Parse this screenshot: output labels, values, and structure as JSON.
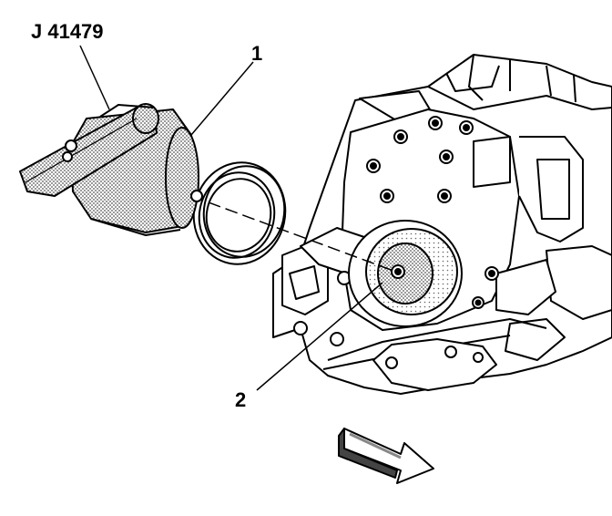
{
  "labels": {
    "tool": "J 41479",
    "callout_1": "1",
    "callout_2": "2"
  },
  "colors": {
    "line": "#000000",
    "background": "#ffffff",
    "stipple": "#8a8a8a"
  }
}
